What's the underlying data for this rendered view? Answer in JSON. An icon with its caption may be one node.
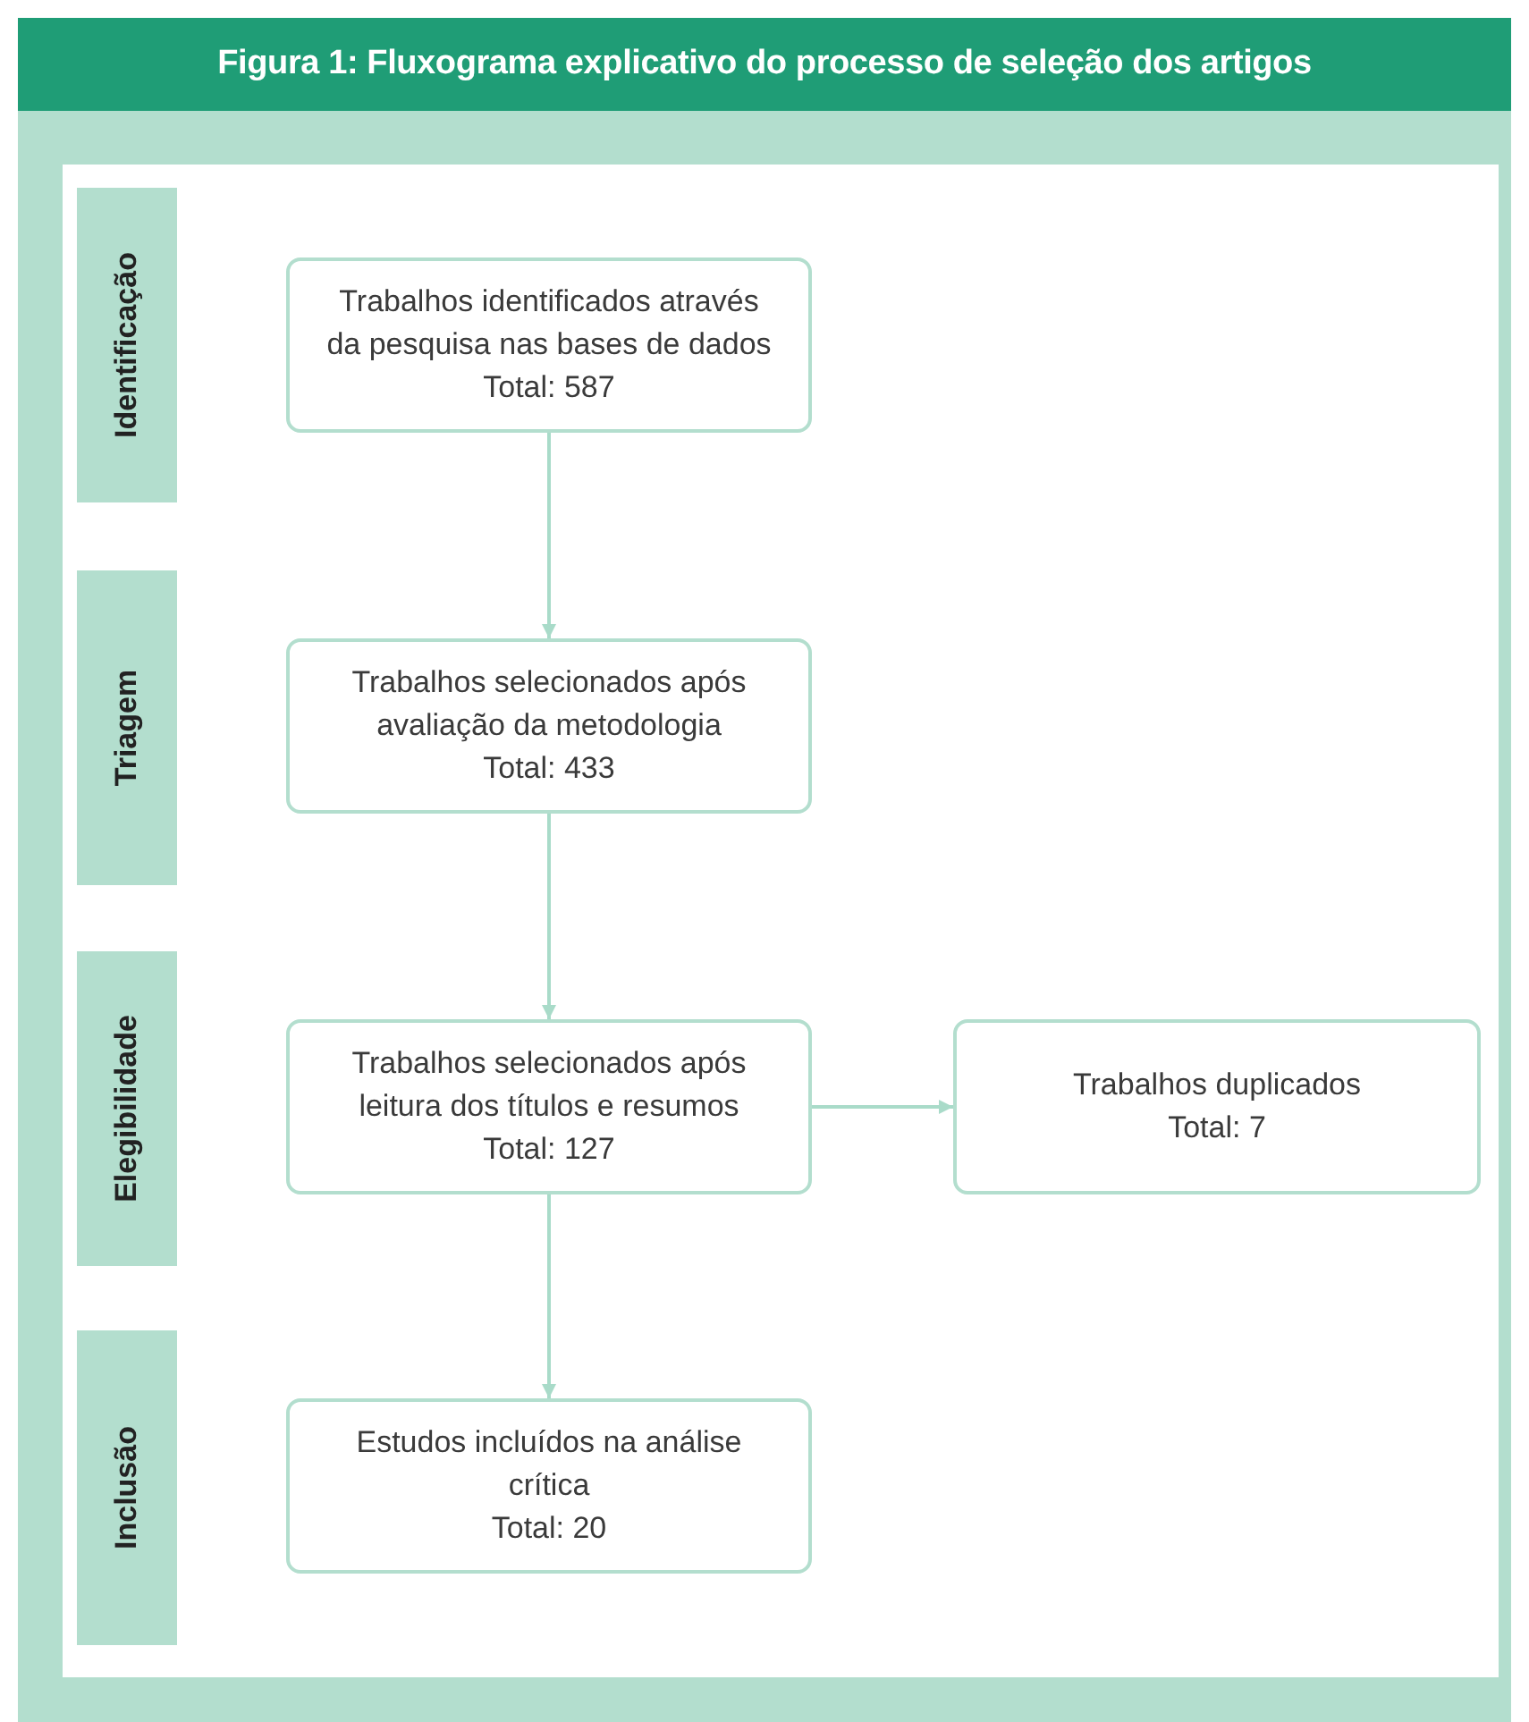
{
  "diagram": {
    "title": "Figura 1: Fluxograma explicativo do processo de seleção dos artigos",
    "nodes": [
      {
        "text": [
          "Identificação"
        ]
      },
      {
        "text": [
          "Trabalhos identificados através da pesquisa nas bases de dados",
          "Total: 587"
        ]
      },
      {
        "text": [
          "Triagem"
        ]
      },
      {
        "text": [
          "Trabalhos selecionados após avaliação da metodologia",
          "Total: 433"
        ]
      },
      {
        "text": [
          "Elegibilidade"
        ]
      },
      {
        "text": [
          "Trabalhos selecionados após leitura dos títulos e resumos",
          "Total: 127"
        ]
      },
      {
        "text": [
          "Trabalhos duplicados",
          "Total: 7"
        ]
      },
      {
        "text": [
          "Inclusão"
        ]
      },
      {
        "text": [
          "Estudos incluídos na análise crítica",
          "Total: 20"
        ]
      }
    ],
    "edges": [
      {
        "from": 1,
        "to": 3,
        "arrow": "to"
      },
      {
        "from": 3,
        "to": 5,
        "arrow": "to"
      },
      {
        "from": 5,
        "to": 6,
        "arrow": "to"
      },
      {
        "from": 5,
        "to": 8,
        "arrow": "to"
      }
    ]
  }
}
